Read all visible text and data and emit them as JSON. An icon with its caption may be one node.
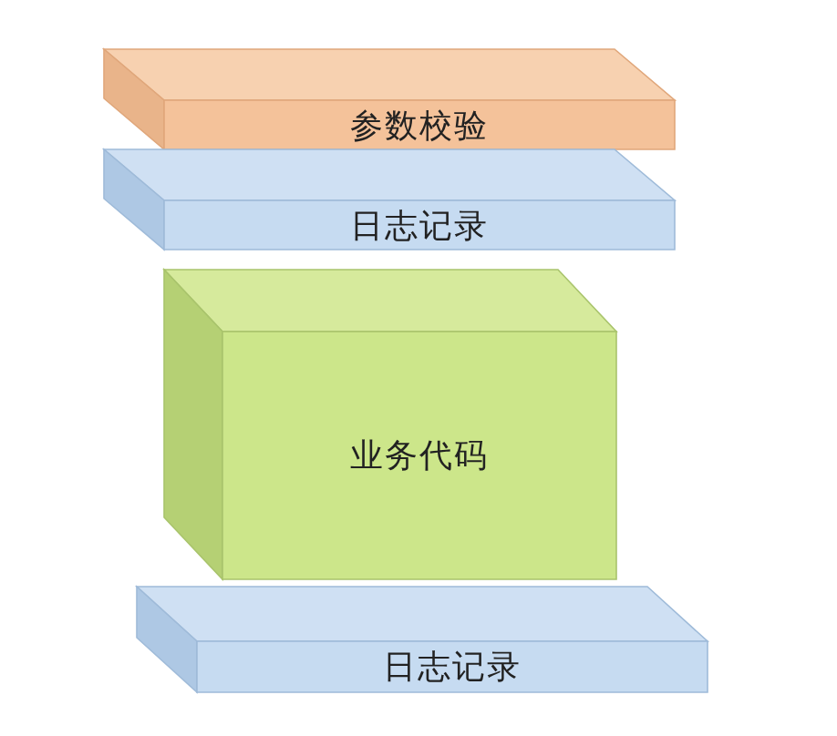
{
  "diagram": {
    "nodes": [
      {
        "text": [
          "参数校验"
        ]
      },
      {
        "text": [
          "日志记录"
        ]
      },
      {
        "text": [
          "业务代码"
        ]
      },
      {
        "text": [
          "日志记录"
        ]
      }
    ]
  }
}
